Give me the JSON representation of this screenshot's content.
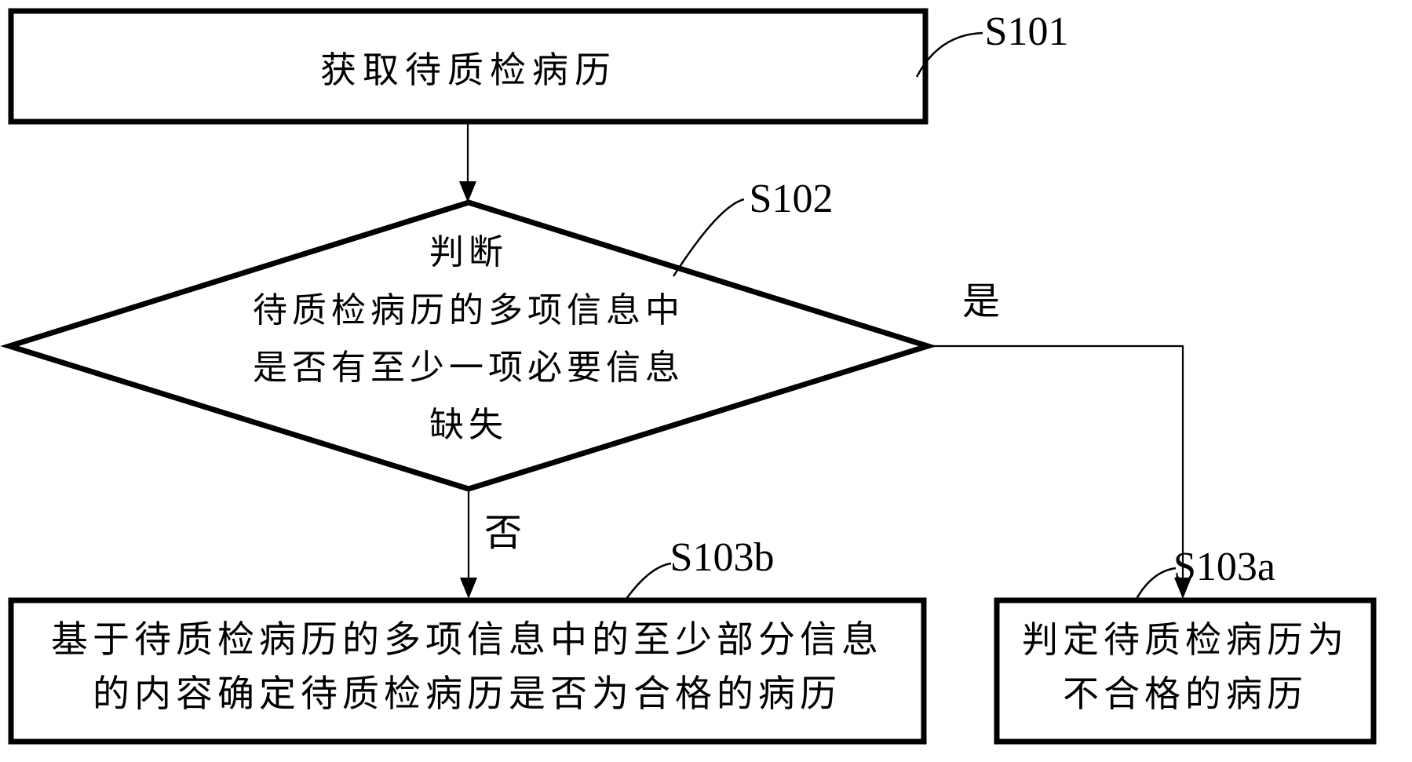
{
  "figure": {
    "background_color": "#ffffff",
    "line_color": "#000000"
  },
  "nodes": {
    "s101_box": {
      "step": "S101",
      "label": "获取待质检病历"
    },
    "s102_diamond": {
      "step": "S102",
      "lines": [
        "判断",
        "待质检病历的多项信息中",
        "是否有至少一项必要信息",
        "缺失"
      ]
    },
    "s103b_box": {
      "step": "S103b",
      "lines": [
        "基于待质检病历的多项信息中的至少部分信息",
        "的内容确定待质检病历是否为合格的病历"
      ]
    },
    "s103a_box": {
      "step": "S103a",
      "lines": [
        "判定待质检病历为",
        "不合格的病历"
      ]
    }
  },
  "edges": {
    "yes_label": "是",
    "no_label": "否"
  }
}
